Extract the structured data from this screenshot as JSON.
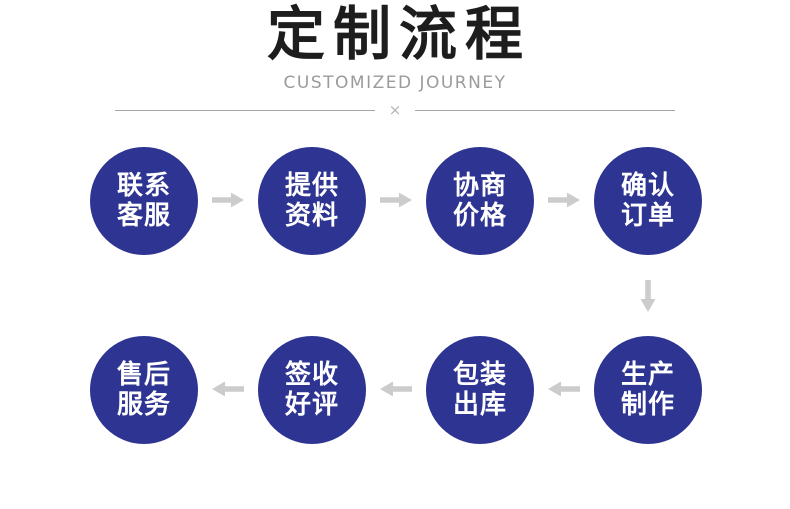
{
  "header": {
    "title": "定制流程",
    "subtitle": "CUSTOMIZED JOURNEY",
    "divider_symbol": "×"
  },
  "colors": {
    "title-text": "#1d1d1d",
    "subtitle-text": "#9b9b9b",
    "divider-line": "#a5a5a5",
    "divider-x": "#b5b5b5",
    "circle-bg": "#2e3492",
    "circle-text": "#ffffff",
    "arrow": "#cccccc"
  },
  "flow_direction": {
    "row1": "left-to-right",
    "connector": "down",
    "row2": "right-to-left"
  },
  "steps": [
    {
      "line1": "联系",
      "line2": "客服"
    },
    {
      "line1": "提供",
      "line2": "资料"
    },
    {
      "line1": "协商",
      "line2": "价格"
    },
    {
      "line1": "确认",
      "line2": "订单"
    },
    {
      "line1": "生产",
      "line2": "制作"
    },
    {
      "line1": "包装",
      "line2": "出库"
    },
    {
      "line1": "签收",
      "line2": "好评"
    },
    {
      "line1": "售后",
      "line2": "服务"
    }
  ]
}
